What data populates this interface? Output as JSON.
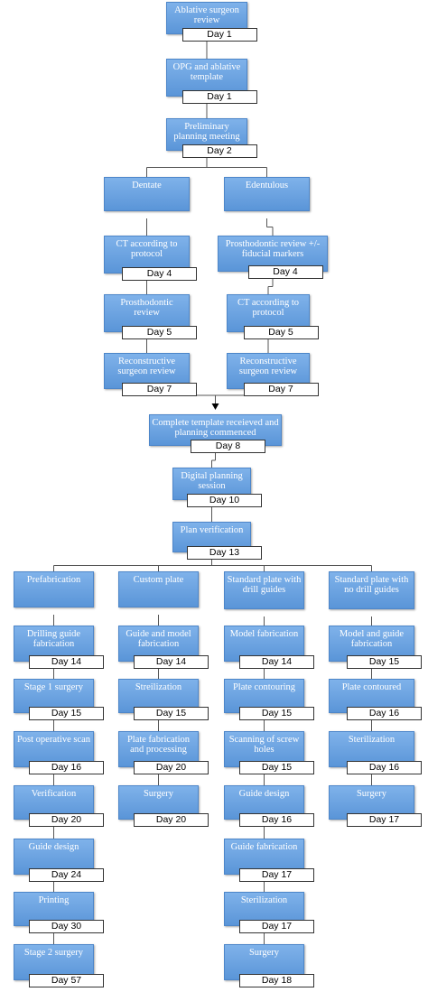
{
  "nodes": [
    {
      "id": "ablative_review",
      "label": "Ablative surgeon review",
      "day": "Day 1"
    },
    {
      "id": "opg_template",
      "label": "OPG and ablative template",
      "day": "Day 1"
    },
    {
      "id": "prelim_meeting",
      "label": "Preliminary planning meeting",
      "day": "Day 2"
    },
    {
      "id": "dentate",
      "label": "Dentate",
      "day": ""
    },
    {
      "id": "edentulous",
      "label": "Edentulous",
      "day": ""
    },
    {
      "id": "dentate_ct",
      "label": "CT according to protocol",
      "day": "Day 4"
    },
    {
      "id": "edentulous_prostho",
      "label": "Prosthodontic review +/- fiducial markers",
      "day": "Day 4"
    },
    {
      "id": "dentate_prostho",
      "label": "Prosthodontic review",
      "day": "Day 5"
    },
    {
      "id": "edentulous_ct",
      "label": "CT according to protocol",
      "day": "Day 5"
    },
    {
      "id": "dentate_recon",
      "label": "Reconstructive surgeon review",
      "day": "Day 7"
    },
    {
      "id": "edentulous_recon",
      "label": "Reconstructive surgeon review",
      "day": "Day 7"
    },
    {
      "id": "template_received",
      "label": "Complete template receieved and planning commenced",
      "day": "Day 8"
    },
    {
      "id": "digital_session",
      "label": "Digital planning session",
      "day": "Day 10"
    },
    {
      "id": "plan_verification",
      "label": "Plan verification",
      "day": "Day 13"
    },
    {
      "id": "prefabrication",
      "label": "Prefabrication",
      "day": ""
    },
    {
      "id": "custom_plate",
      "label": "Custom plate",
      "day": ""
    },
    {
      "id": "std_drill",
      "label": "Standard plate with drill guides",
      "day": ""
    },
    {
      "id": "std_nodrill",
      "label": "Standard plate with no drill guides",
      "day": ""
    },
    {
      "id": "a1",
      "label": "Drilling guide fabrication",
      "day": "Day 14"
    },
    {
      "id": "a2",
      "label": "Stage 1 surgery",
      "day": "Day 15"
    },
    {
      "id": "a3",
      "label": "Post operative scan",
      "day": "Day 16"
    },
    {
      "id": "a4",
      "label": "Verification",
      "day": "Day 20"
    },
    {
      "id": "a5",
      "label": "Guide design",
      "day": "Day 24"
    },
    {
      "id": "a6",
      "label": "Printing",
      "day": "Day 30"
    },
    {
      "id": "a7",
      "label": "Stage 2 surgery",
      "day": "Day 57"
    },
    {
      "id": "b1",
      "label": "Guide and model fabrication",
      "day": "Day 14"
    },
    {
      "id": "b2",
      "label": "Streilization",
      "day": "Day 15"
    },
    {
      "id": "b3",
      "label": "Plate fabrication and processing",
      "day": "Day 20"
    },
    {
      "id": "b4",
      "label": "Surgery",
      "day": "Day 20"
    },
    {
      "id": "c1",
      "label": "Model fabrication",
      "day": "Day 14"
    },
    {
      "id": "c2",
      "label": "Plate contouring",
      "day": "Day 15"
    },
    {
      "id": "c3",
      "label": "Scanning of screw holes",
      "day": "Day 15"
    },
    {
      "id": "c4",
      "label": "Guide design",
      "day": "Day 16"
    },
    {
      "id": "c5",
      "label": "Guide fabrication",
      "day": "Day 17"
    },
    {
      "id": "c6",
      "label": "Sterilization",
      "day": "Day 17"
    },
    {
      "id": "c7",
      "label": "Surgery",
      "day": "Day 18"
    },
    {
      "id": "d1",
      "label": "Model and guide fabrication",
      "day": "Day 15"
    },
    {
      "id": "d2",
      "label": "Plate contoured",
      "day": "Day 16"
    },
    {
      "id": "d3",
      "label": "Sterilization",
      "day": "Day 16"
    },
    {
      "id": "d4",
      "label": "Surgery",
      "day": "Day 17"
    }
  ],
  "edges": [
    [
      "ablative_review",
      "opg_template"
    ],
    [
      "opg_template",
      "prelim_meeting"
    ],
    [
      "prelim_meeting",
      "dentate"
    ],
    [
      "prelim_meeting",
      "edentulous"
    ],
    [
      "dentate",
      "dentate_ct"
    ],
    [
      "dentate_ct",
      "dentate_prostho"
    ],
    [
      "dentate_prostho",
      "dentate_recon"
    ],
    [
      "edentulous",
      "edentulous_prostho"
    ],
    [
      "edentulous_prostho",
      "edentulous_ct"
    ],
    [
      "edentulous_ct",
      "edentulous_recon"
    ],
    [
      "dentate_recon",
      "template_received"
    ],
    [
      "edentulous_recon",
      "template_received"
    ],
    [
      "template_received",
      "digital_session"
    ],
    [
      "digital_session",
      "plan_verification"
    ],
    [
      "plan_verification",
      "prefabrication"
    ],
    [
      "plan_verification",
      "custom_plate"
    ],
    [
      "plan_verification",
      "std_drill"
    ],
    [
      "plan_verification",
      "std_nodrill"
    ],
    [
      "prefabrication",
      "a1"
    ],
    [
      "a1",
      "a2"
    ],
    [
      "a2",
      "a3"
    ],
    [
      "a3",
      "a4"
    ],
    [
      "a4",
      "a5"
    ],
    [
      "a5",
      "a6"
    ],
    [
      "a6",
      "a7"
    ],
    [
      "custom_plate",
      "b1"
    ],
    [
      "b1",
      "b2"
    ],
    [
      "b2",
      "b3"
    ],
    [
      "b3",
      "b4"
    ],
    [
      "std_drill",
      "c1"
    ],
    [
      "c1",
      "c2"
    ],
    [
      "c2",
      "c3"
    ],
    [
      "c3",
      "c4"
    ],
    [
      "c4",
      "c5"
    ],
    [
      "c5",
      "c6"
    ],
    [
      "c6",
      "c7"
    ],
    [
      "std_nodrill",
      "d1"
    ],
    [
      "d1",
      "d2"
    ],
    [
      "d2",
      "d3"
    ],
    [
      "d3",
      "d4"
    ]
  ]
}
